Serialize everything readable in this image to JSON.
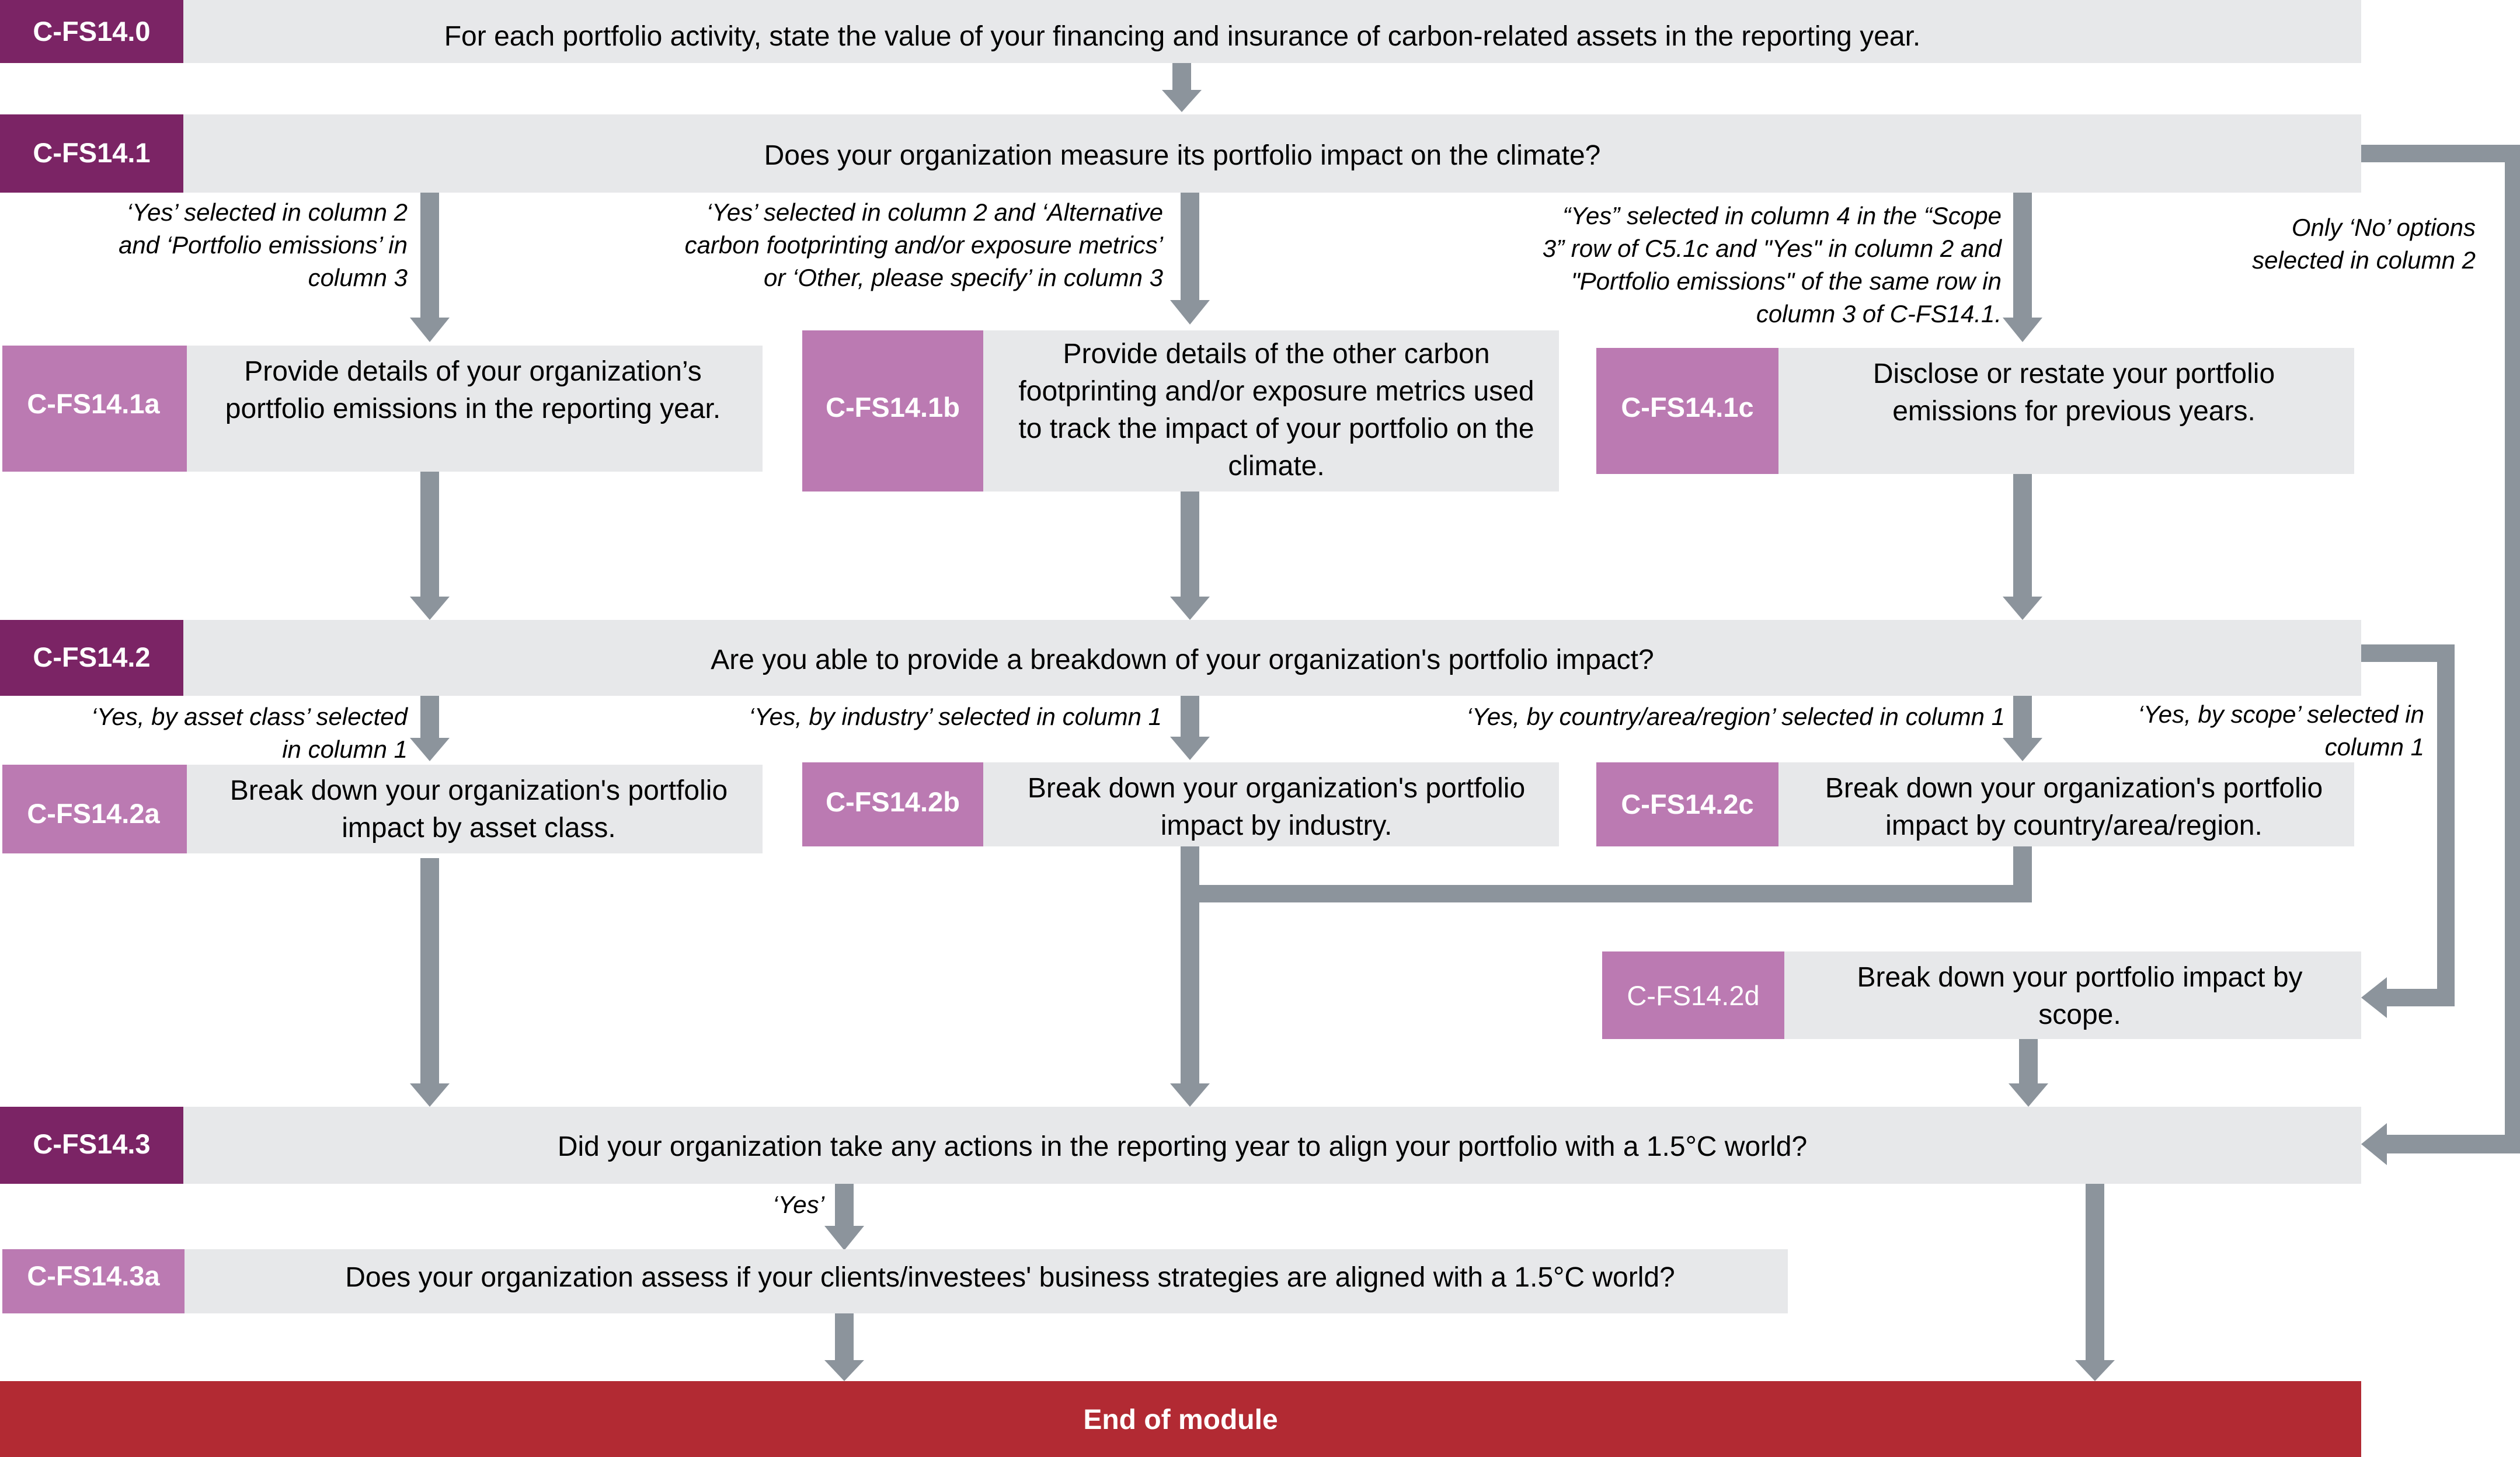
{
  "colors": {
    "box_fill": "#e7e8ea",
    "code_dark": "#7b2465",
    "code_light": "#bb7ab2",
    "arrow": "#8c949c",
    "end_fill": "#b22a33"
  },
  "nodes": {
    "fs14_0": {
      "code": "C-FS14.0",
      "lines": [
        "For each portfolio activity, state the value of your financing and insurance of carbon-related assets in the reporting year."
      ]
    },
    "fs14_1": {
      "code": "C-FS14.1",
      "lines": [
        "Does your organization measure its portfolio impact on the climate?"
      ]
    },
    "fs14_1a": {
      "code": "C-FS14.1a",
      "lines": [
        "Provide details of your organization’s",
        "portfolio emissions in the reporting year."
      ]
    },
    "fs14_1b": {
      "code": "C-FS14.1b",
      "lines": [
        "Provide details of the other carbon",
        "footprinting and/or exposure metrics used",
        "to track the impact of your portfolio on the",
        "climate."
      ]
    },
    "fs14_1c": {
      "code": "C-FS14.1c",
      "lines": [
        "Disclose or restate your portfolio",
        "emissions for previous years."
      ]
    },
    "fs14_2": {
      "code": "C-FS14.2",
      "lines": [
        "Are you able to provide a breakdown of your organization's portfolio impact?"
      ]
    },
    "fs14_2a": {
      "code": "C-FS14.2a",
      "lines": [
        "Break down your organization's portfolio",
        "impact by asset class."
      ]
    },
    "fs14_2b": {
      "code": "C-FS14.2b",
      "lines": [
        "Break down your organization's portfolio",
        "impact by industry."
      ]
    },
    "fs14_2c": {
      "code": "C-FS14.2c",
      "lines": [
        "Break down your organization's portfolio",
        "impact by country/area/region."
      ]
    },
    "fs14_2d": {
      "code": "C-FS14.2d",
      "lines": [
        "Break down your portfolio impact by",
        "scope."
      ]
    },
    "fs14_3": {
      "code": "C-FS14.3",
      "lines": [
        "Did your organization take any actions in the reporting year to align your portfolio with a 1.5°C world?"
      ]
    },
    "fs14_3a": {
      "code": "C-FS14.3a",
      "lines": [
        "Does your organization assess if your clients/investees' business strategies are aligned with a 1.5°C world?"
      ]
    }
  },
  "conditions": {
    "c1a": [
      "‘Yes’ selected in column 2",
      "and ‘Portfolio emissions’ in",
      "column 3"
    ],
    "c1b": [
      "‘Yes’ selected in column 2 and ‘Alternative",
      "carbon footprinting and/or exposure metrics’",
      "or ‘Other, please specify’ in column 3"
    ],
    "c1c": [
      "“Yes” selected in column 4 in the “Scope",
      "3” row of C5.1c and \"Yes\" in column 2 and",
      "\"Portfolio emissions\" of the same row in",
      "column 3 of C-FS14.1."
    ],
    "c_no": [
      "Only ‘No’ options",
      "selected in column 2"
    ],
    "c2a": [
      "‘Yes, by asset class’ selected",
      "in column 1"
    ],
    "c2b": [
      "‘Yes, by industry’ selected in column 1"
    ],
    "c2c": [
      "‘Yes, by country/area/region’ selected in column 1"
    ],
    "c2d": [
      "‘Yes, by scope’ selected in",
      "column 1"
    ],
    "c3a": [
      "‘Yes’"
    ]
  },
  "end": {
    "label": "End of module"
  }
}
